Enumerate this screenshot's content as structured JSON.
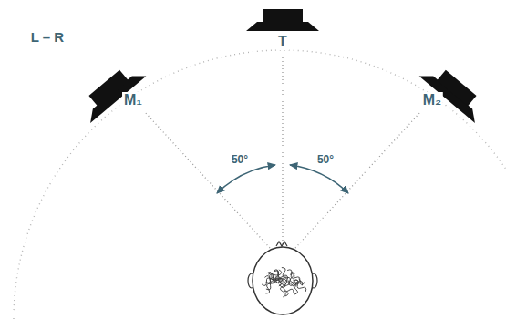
{
  "diagram": {
    "labels": [
      "L – R",
      "T",
      "M₁",
      "M₂",
      "50°",
      "50°"
    ]
  }
}
